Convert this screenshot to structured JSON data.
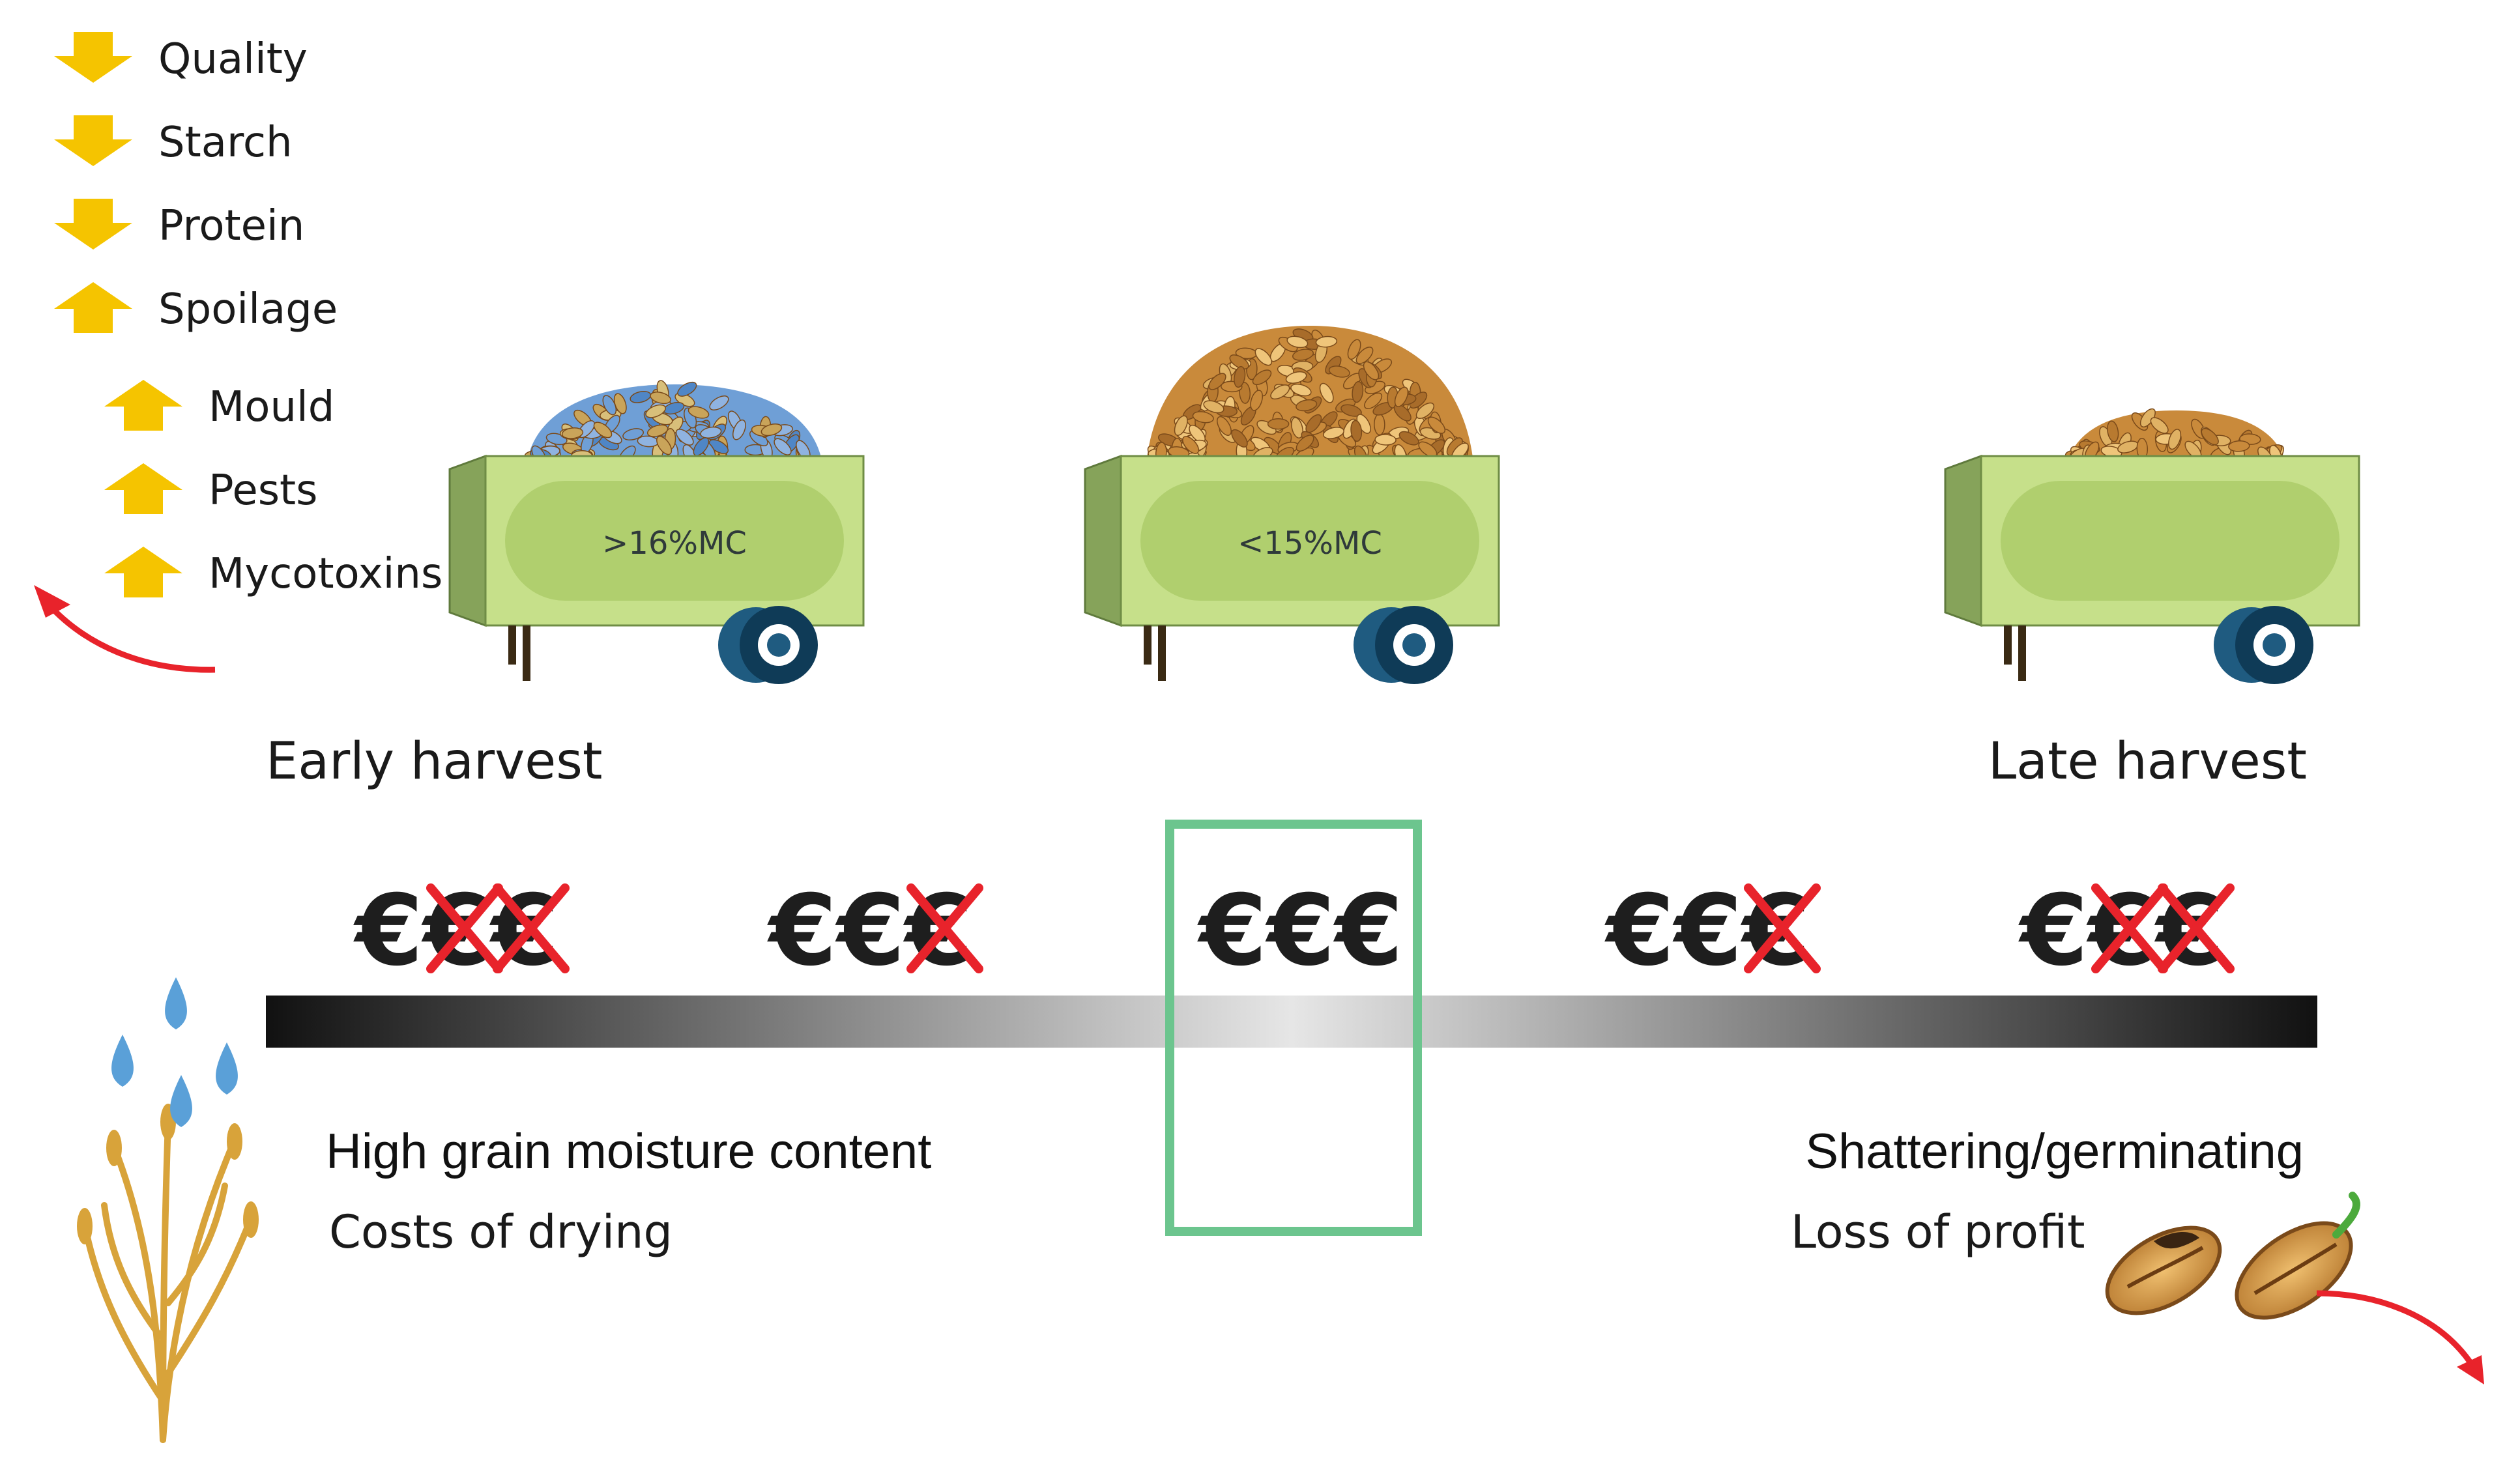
{
  "legend": {
    "items": [
      {
        "label": "Quality",
        "direction": "down"
      },
      {
        "label": "Starch",
        "direction": "down"
      },
      {
        "label": "Protein",
        "direction": "down"
      },
      {
        "label": "Spoilage",
        "direction": "up"
      }
    ],
    "sub_items": [
      {
        "label": "Mould",
        "direction": "up"
      },
      {
        "label": "Pests",
        "direction": "up"
      },
      {
        "label": "Mycotoxins",
        "direction": "up"
      }
    ]
  },
  "trailers": [
    {
      "label": ">16%MC",
      "grain": "mouldy"
    },
    {
      "label": "<15%MC",
      "grain": "full"
    },
    {
      "label": "",
      "grain": "low"
    }
  ],
  "harvest_labels": {
    "early": "Early harvest",
    "late": "Late harvest"
  },
  "profit_groups": [
    {
      "symbols": "€€€",
      "crossed": 2,
      "crossed_from": "end"
    },
    {
      "symbols": "€€€",
      "crossed": 1,
      "crossed_from": "end"
    },
    {
      "symbols": "€€€",
      "crossed": 0,
      "crossed_from": "end",
      "highlighted": true
    },
    {
      "symbols": "€€€",
      "crossed": 1,
      "crossed_from": "end"
    },
    {
      "symbols": "€€€",
      "crossed": 2,
      "crossed_from": "end"
    }
  ],
  "left_text": {
    "heading": "High grain moisture content",
    "sub": "Costs of drying"
  },
  "right_text": {
    "heading": "Shattering/germinating",
    "sub": "Loss of profit"
  },
  "colors": {
    "arrow_yellow": "#f5c400",
    "trailer_green": "#c6e08a",
    "trailer_dark": "#86a35a",
    "wheel": "#0f3b57",
    "cross_red": "#e8232b",
    "highlight_green": "#6cc58e",
    "curve_red": "#e8232b",
    "drop_blue": "#5aa0d8",
    "plant_gold": "#d8a33a"
  }
}
